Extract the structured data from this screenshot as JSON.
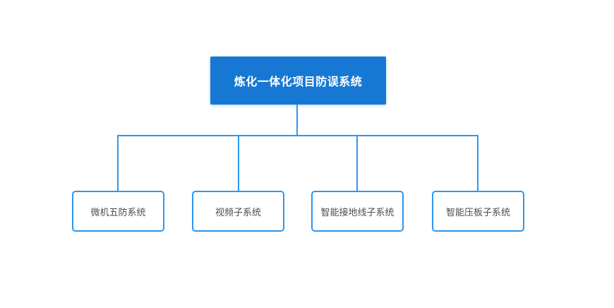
{
  "diagram": {
    "root": {
      "label": "炼化一体化项目防误系统"
    },
    "children": [
      {
        "label": "微机五防系统"
      },
      {
        "label": "视频子系统"
      },
      {
        "label": "智能接地线子系统"
      },
      {
        "label": "智能压板子系统"
      }
    ],
    "colors": {
      "root_fill": "#1778d4",
      "root_text": "#ffffff",
      "connector": "#2d96f0",
      "child_border": "#2d96f0",
      "child_text": "#4c4c4c",
      "background": "#ffffff"
    }
  }
}
